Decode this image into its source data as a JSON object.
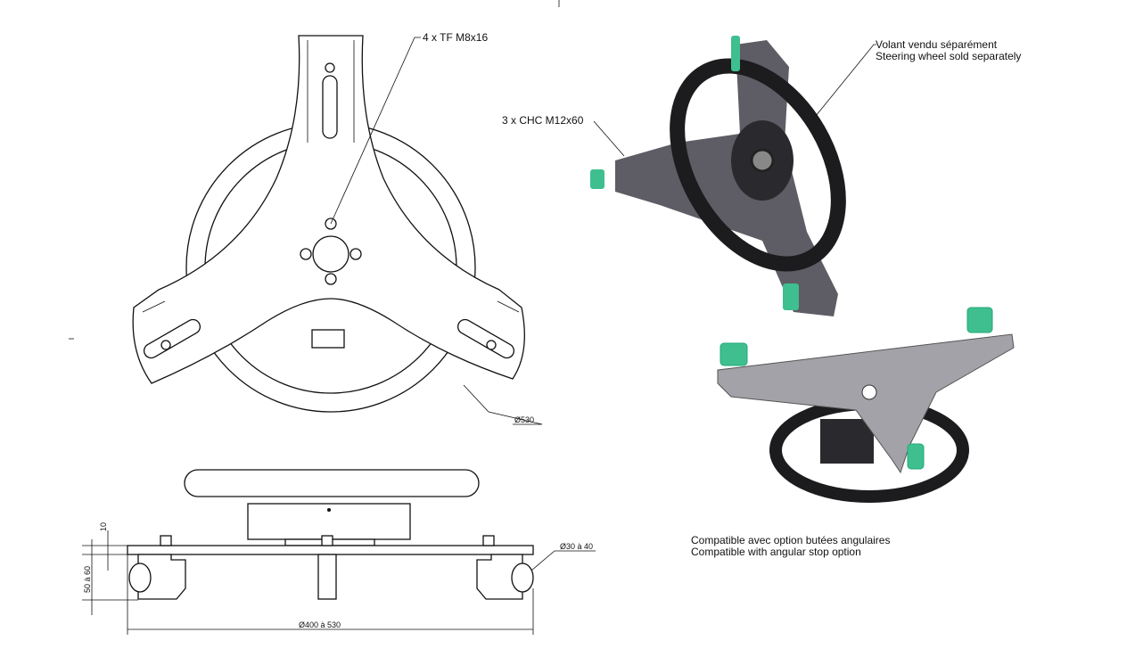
{
  "top_view": {
    "screw_label": "4 x TF M8x16",
    "diameter_label": "Ø530"
  },
  "side_view": {
    "thickness_dim": "10",
    "height_dim": "50 à 60",
    "ball_dim": "Ø30 à 40",
    "span_dim": "Ø400 à 530"
  },
  "iso_view_front": {
    "bolt_label": "3 x CHC M12x60",
    "note_fr": "Volant vendu séparément",
    "note_en": "Steering wheel sold separately"
  },
  "iso_view_below": {
    "note_fr": "Compatible avec option butées angulaires",
    "note_en": "Compatible with angular stop option"
  },
  "colors": {
    "accent_green": "#3fbf8f",
    "wheel_dark": "#1c1c1e",
    "plate_gray": "#a3a2a8"
  }
}
